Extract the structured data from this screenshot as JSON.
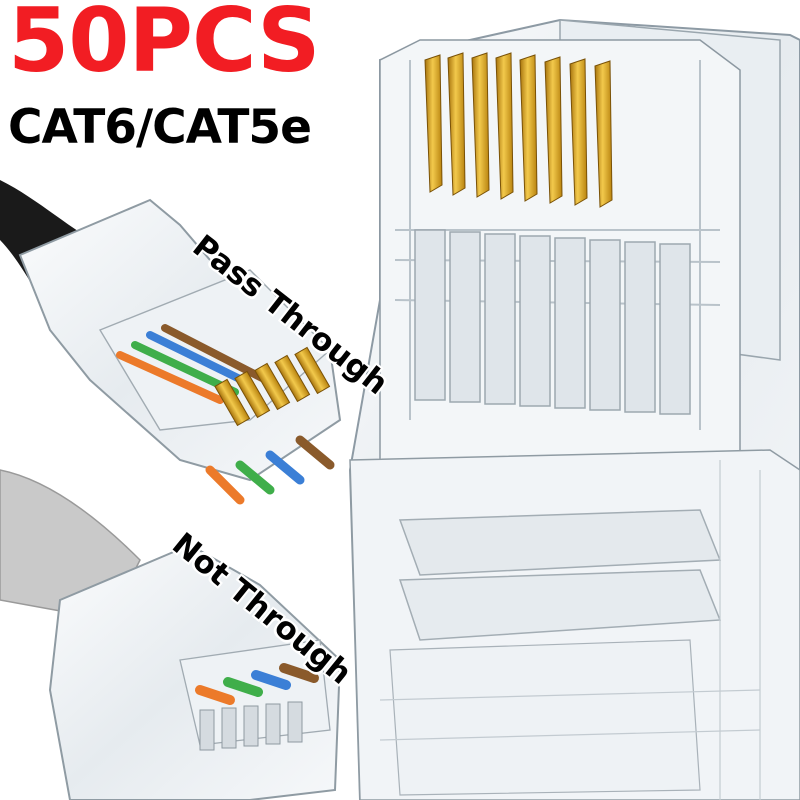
{
  "headline": {
    "quantity": "50PCS",
    "category": "CAT6/CAT5e",
    "quantity_color": "#f21d23",
    "category_color": "#000000"
  },
  "callouts": {
    "pass_through": "Pass Through",
    "not_through": "Not Through"
  },
  "colors": {
    "gold_contact": "#d9a21c",
    "cable_black": "#1a1a1a",
    "cable_gray": "#c9c9c9",
    "clear_plastic": "#eef2f5",
    "wire_orange": "#ec7a2a",
    "wire_green": "#3fae4a",
    "wire_blue": "#3b7fd6",
    "wire_brown": "#8a5a2b"
  }
}
